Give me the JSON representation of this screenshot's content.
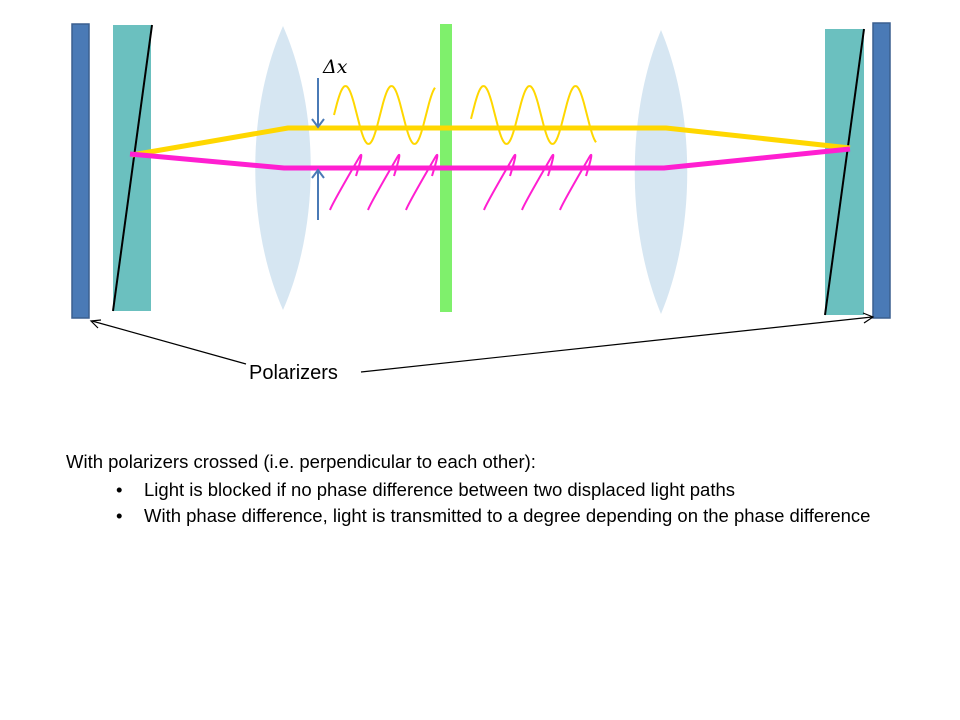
{
  "diagram": {
    "labels": {
      "polarizers": "Polarizers",
      "displacement": "Δx"
    },
    "colors": {
      "polarizer": "#4a7ab6",
      "polarizer_edge": "#3a5f8f",
      "prism": "#6bc0bf",
      "lens": "#d6e6f2",
      "waveplate": "#7ff06c",
      "beam_yellow": "#ffd700",
      "beam_magenta": "#ff1fd1",
      "arrow": "#4a7ab6"
    }
  },
  "notes": {
    "heading": "With polarizers crossed (i.e. perpendicular to each other):",
    "bullets": [
      "Light is blocked if no phase difference between two displaced light paths",
      "With phase difference, light is transmitted to a degree depending on the phase difference"
    ]
  }
}
